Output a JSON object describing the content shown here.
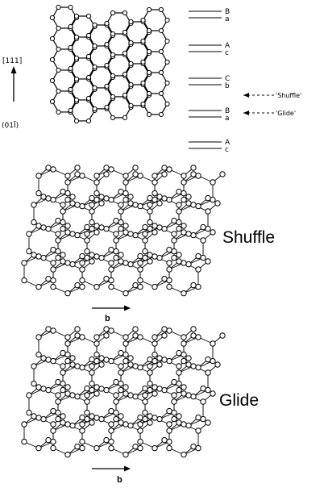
{
  "top_panel": {
    "direction_111": "[111]",
    "direction_01_1": "(01Ī)",
    "stacking_labels": [
      "B",
      "a",
      "A",
      "c",
      "C",
      "b",
      "B",
      "a",
      "A",
      "c"
    ],
    "arrow_shuffle": "'Shuffle'",
    "arrow_glide": "'Glide'"
  },
  "middle_panel": {
    "title": "Shuffle",
    "burgers_label": "b"
  },
  "bottom_panel": {
    "title": "Glide",
    "burgers_label": "b"
  }
}
